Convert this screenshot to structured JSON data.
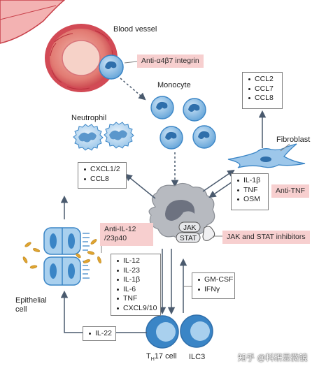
{
  "labels": {
    "blood_vessel": "Blood vessel",
    "monocyte": "Monocyte",
    "neutrophil": "Neutrophil",
    "fibroblast": "Fibroblast",
    "epithelial_line1": "Epithelial",
    "epithelial_line2": "cell",
    "th17_prefix": "T",
    "th17_sub": "H",
    "th17_suffix": "17 cell",
    "ilc3": "ILC3",
    "jak": "JAK",
    "stat": "STAT"
  },
  "drugs": {
    "integrin": "Anti-α4β7 integrin",
    "il12_line1": "Anti-IL-12",
    "il12_line2": "/23p40",
    "tnf": "Anti-TNF",
    "jak_stat": "JAK and STAT inhibitors"
  },
  "boxes": {
    "fibroblast_chemokines": [
      "CCL2",
      "CCL7",
      "CCL8"
    ],
    "neutrophil_chemokines": [
      "CXCL1/2",
      "CCL8"
    ],
    "fibroblast_inputs": [
      "IL-1β",
      "TNF",
      "OSM"
    ],
    "macrophage_cytokines": [
      "IL-12",
      "IL-23",
      "IL-1β",
      "IL-6",
      "TNF",
      "CXCL9/10"
    ],
    "lymphoid_cytokines": [
      "GM-CSF",
      "IFNγ"
    ],
    "il22": [
      "IL-22"
    ]
  },
  "watermark": "知乎 @科研显微镜",
  "colors": {
    "cell_blue": "#3a85c6",
    "cell_light": "#a9d0ee",
    "vessel_red": "#d5434f",
    "drug_pink": "#f7cfcf",
    "arrow": "#4a5a6e",
    "macrophage_gray": "#b7bac0"
  }
}
